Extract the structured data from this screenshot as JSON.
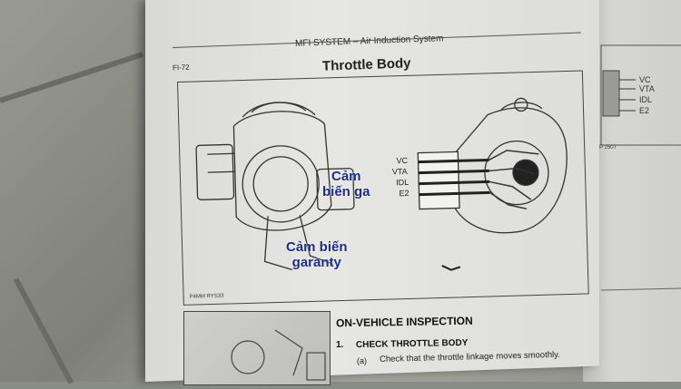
{
  "page": {
    "header_title": "MFI SYSTEM – Air Induction System",
    "page_number": "FI-72",
    "section_title": "Throttle Body"
  },
  "figure": {
    "code": "P4MM RYS33",
    "labels": {
      "throttle_sensor": "Cảm\nbiến ga",
      "garanty_sensor": "Cảm biến\ngaranty"
    },
    "pins": [
      "VC",
      "VTA",
      "IDL",
      "E2"
    ]
  },
  "inspection": {
    "heading": "ON-VEHICLE INSPECTION",
    "step_number": "1.",
    "step_title": "CHECK THROTTLE BODY",
    "sub_letter": "(a)",
    "sub_text": "Check that the throttle linkage moves smoothly."
  },
  "right_page": {
    "pins": [
      "VC",
      "VTA",
      "IDL",
      "E2"
    ],
    "code": "P 2507"
  }
}
